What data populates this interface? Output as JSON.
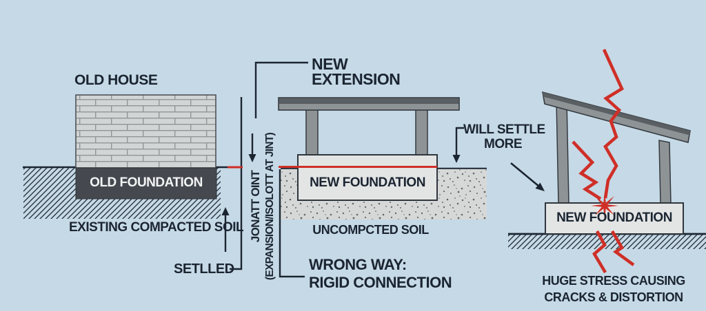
{
  "colors": {
    "background": "#c6d9e6",
    "ink": "#1b2531",
    "red": "#cf2f27",
    "brick": "#d2d5d5",
    "mortar": "#8f9598",
    "foundation_dark": "#45494f",
    "foundation_light": "#e3e5e5",
    "steel": "#8e9396",
    "steel_dark": "#5a5f63",
    "soil_speckle_bg": "#d6d8d7"
  },
  "left": {
    "title": "OLD HOUSE",
    "foundation": "OLD FOUNDATION",
    "soil": "EXISTING COMPACTED SOIL",
    "settled": "SETLLED"
  },
  "middle": {
    "extension_line1": "NEW",
    "extension_line2": "EXTENSION",
    "joint_line1": "JONATT OINT",
    "joint_line2": "(EXPANSION/ISOLOTT AT JINT)",
    "foundation": "NEW FOUNDATION",
    "soil": "UNCOMPCTED SOIL",
    "wrong_line1": "WRONG WAY:",
    "wrong_line2": "RIGID CONNECTION"
  },
  "right": {
    "settle_line1": "WILL SETTLE",
    "settle_line2": "MORE",
    "foundation": "NEW FOUNDATION",
    "caption_line1": "HUGE STRESS CAUSING",
    "caption_line2": "CRACKS & DISTORTION"
  }
}
